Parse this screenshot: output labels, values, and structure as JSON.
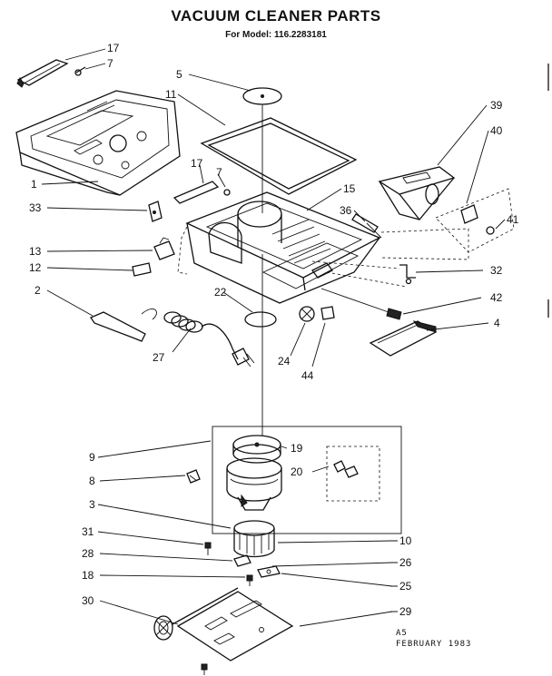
{
  "header": {
    "title": "VACUUM CLEANER PARTS",
    "subtitle": "For Model: 116.2283181"
  },
  "callouts": [
    {
      "id": "c17a",
      "text": "17"
    },
    {
      "id": "c7a",
      "text": "7"
    },
    {
      "id": "c5",
      "text": "5"
    },
    {
      "id": "c11",
      "text": "11"
    },
    {
      "id": "c39",
      "text": "39"
    },
    {
      "id": "c40",
      "text": "40"
    },
    {
      "id": "c17b",
      "text": "17"
    },
    {
      "id": "c7b",
      "text": "7"
    },
    {
      "id": "c1",
      "text": "1"
    },
    {
      "id": "c15",
      "text": "15"
    },
    {
      "id": "c33",
      "text": "33"
    },
    {
      "id": "c36",
      "text": "36"
    },
    {
      "id": "c41",
      "text": "41"
    },
    {
      "id": "c13",
      "text": "13"
    },
    {
      "id": "c12",
      "text": "12"
    },
    {
      "id": "c32",
      "text": "32"
    },
    {
      "id": "c2",
      "text": "2"
    },
    {
      "id": "c22",
      "text": "22"
    },
    {
      "id": "c42",
      "text": "42"
    },
    {
      "id": "c4",
      "text": "4"
    },
    {
      "id": "c27",
      "text": "27"
    },
    {
      "id": "c24",
      "text": "24"
    },
    {
      "id": "c44",
      "text": "44"
    },
    {
      "id": "c9",
      "text": "9"
    },
    {
      "id": "c19",
      "text": "19"
    },
    {
      "id": "c20",
      "text": "20"
    },
    {
      "id": "c8",
      "text": "8"
    },
    {
      "id": "c3",
      "text": "3"
    },
    {
      "id": "c31",
      "text": "31"
    },
    {
      "id": "c10",
      "text": "10"
    },
    {
      "id": "c28",
      "text": "28"
    },
    {
      "id": "c26",
      "text": "26"
    },
    {
      "id": "c18",
      "text": "18"
    },
    {
      "id": "c25",
      "text": "25"
    },
    {
      "id": "c30",
      "text": "30"
    },
    {
      "id": "c29",
      "text": "29"
    }
  ],
  "footer": {
    "code": "A5",
    "date": "FEBRUARY 1983"
  }
}
